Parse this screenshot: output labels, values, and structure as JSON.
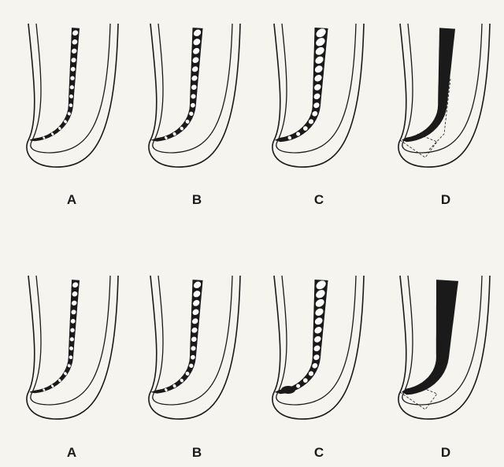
{
  "figure": {
    "rows": [
      {
        "panels": [
          {
            "label": "A",
            "canal_fill": "file",
            "file_thickness": "thin",
            "overextension": "none"
          },
          {
            "label": "B",
            "canal_fill": "file",
            "file_thickness": "medium",
            "overextension": "none"
          },
          {
            "label": "C",
            "canal_fill": "file",
            "file_thickness": "thick",
            "overextension": "none"
          },
          {
            "label": "D",
            "canal_fill": "solid",
            "file_thickness": "none",
            "overextension": "dashed-zones"
          }
        ]
      },
      {
        "panels": [
          {
            "label": "A",
            "canal_fill": "file",
            "file_thickness": "thin",
            "overextension": "none"
          },
          {
            "label": "B",
            "canal_fill": "file",
            "file_thickness": "medium",
            "overextension": "none"
          },
          {
            "label": "C",
            "canal_fill": "file",
            "file_thickness": "thick",
            "overextension": "blob"
          },
          {
            "label": "D",
            "canal_fill": "solid",
            "file_thickness": "none",
            "overextension": "dashed-zone"
          }
        ]
      }
    ],
    "colors": {
      "ink": "#1a1a1a",
      "paper": "#f6f4ef",
      "file_light": "#ffffff"
    }
  }
}
